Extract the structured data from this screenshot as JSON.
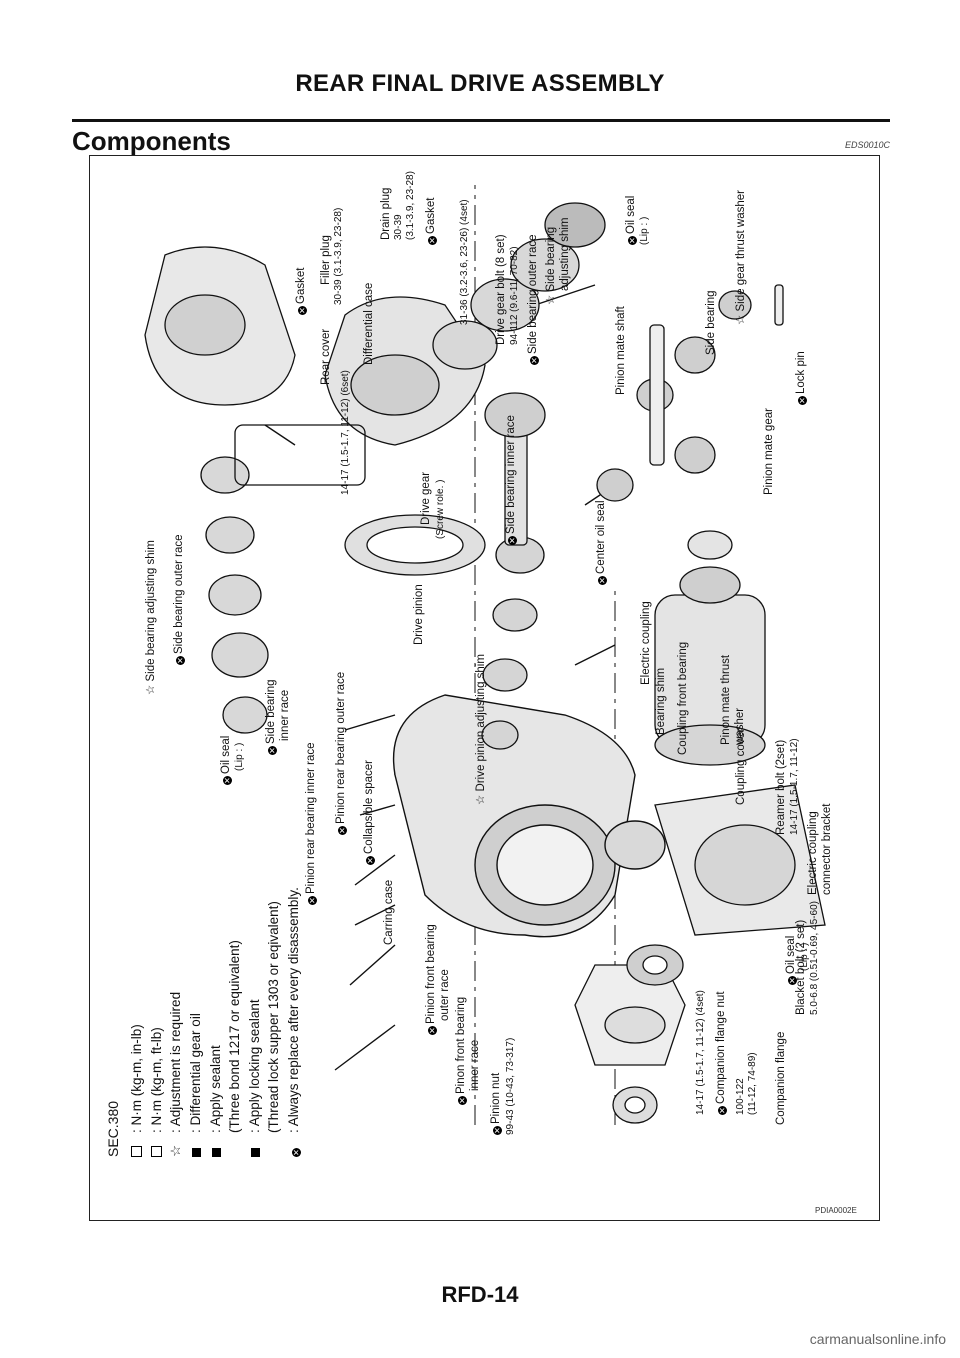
{
  "header": {
    "title": "REAR FINAL DRIVE ASSEMBLY"
  },
  "section": {
    "title": "Components",
    "code": "EDS0010C"
  },
  "figure": {
    "sec": "SEC.380",
    "id": "PDIA0002E",
    "legend": [
      ": N·m (kg-m, in-lb)",
      ": N·m (kg-m, ft-lb)",
      ": Adjustment is required",
      ": Differential gear oil",
      ": Apply sealant",
      "(Three bond 1217 or equivalent)",
      ": Apply locking sealant",
      "(Thread lock supper 1303 or eqivalent)",
      ": Always replace after every disassembly."
    ],
    "labels": {
      "pinion_nut": "Pinion nut",
      "pinion_nut_torque": "99-43 (10-43, 73-317)",
      "pinion_front_inner": "Pinon front bearing",
      "pinion_front_inner2": "inner race",
      "pinion_front_outer": "Pinion front bearing",
      "pinion_front_outer2": "outer race",
      "carring_case": "Carring case",
      "collapsible_spacer": "Collapsible spacer",
      "pinion_rear_outer": "Pinion rear bearing outer race",
      "pinion_rear_inner": "Pinion rear bearing inner race",
      "side_bearing_inner_l": "Side bearing",
      "side_bearing_inner_l2": "inner race",
      "oil_seal_l": "Oil seal",
      "oil_seal_l_lip": "(Lip : )",
      "side_bearing_adj_shim_l": "Side bearing adjusting shim",
      "side_bearing_outer_l": "Side bearing outer race",
      "drive_pinion": "Drive pinion",
      "drive_pinion_adj_shim": "Drive pinion adjusting shim",
      "drive_gear": "Drive gear",
      "drive_gear_note": "(Screw role.  )",
      "side_bearing_inner_r": "Side bearing inner race",
      "gasket_torque": "14-17 (1.5-1.7, 11-12) (6set)",
      "differential_case": "Differential case",
      "rear_cover": "Rear cover",
      "filler_plug": "Filler plug",
      "filler_plug_torque": "30-39 (3.1-3.9, 23-28)",
      "gasket": "Gasket",
      "drain_plug": "Drain plug",
      "drain_plug_torque": "30-39",
      "drain_plug_torque2": "(3.1-3.9, 23-28)",
      "gasket2": "Gasket",
      "cover_bolt_torque": "31-36 (3.2-3.6, 23-26) (4set)",
      "drive_gear_bolt": "Drive gear bolt (8 set)",
      "drive_gear_bolt_torque": "94-112 (9.6-11, 70-82)",
      "side_bearing_outer_r": "Side bearing outer race",
      "side_bearing_adj_shim_r": "Side bearing",
      "side_bearing_adj_shim_r2": "adjusting shim",
      "oil_seal_r": "Oil seal",
      "oil_seal_r_lip": "(Lip : )",
      "center_oil_seal": "Center oil seal",
      "electric_coupling": "Electric coupling",
      "bearing_shim": "Bearing shim",
      "coupling_front_bearing": "Coupling front bearing",
      "coupling_cover": "Coupling cover",
      "reamer_bolt": "Reamer bolt (2set)",
      "reamer_bolt_torque": "14-17 (1.5-1.7, 11-12)",
      "ec_bracket": "Electric coupling",
      "ec_bracket2": "connector bracket",
      "bracket_bolt": "Blacket bolt (2 set)",
      "bracket_bolt_torque": "5.0-6.8 (0.51-0.69, 45-60)",
      "case_bolt_torque": "14-17 (1.5-1.7, 11-12) (4set)",
      "companion_flange_nut": "Companion flange nut",
      "companion_flange_nut_torque": "100-122",
      "companion_flange_nut_torque2": "(11-12, 74-89)",
      "companion_flange": "Companion flange",
      "oil_seal_c": "Oil seal",
      "oil_seal_c_lip": "(Lip : )",
      "pinion_mate_gear": "Pinion mate gear",
      "pinion_mate_thrust": "Pinon mate thrust",
      "pinion_mate_thrust2": "washer",
      "pinion_mate_shaft": "Pinion mate shaft",
      "side_bearing": "Side bearing",
      "side_gear_thrust": "Side gear thrust washer",
      "lock_pin": "Lock pin"
    }
  },
  "footer": {
    "page": "RFD-14"
  },
  "watermark": "carmanualsonline.info"
}
